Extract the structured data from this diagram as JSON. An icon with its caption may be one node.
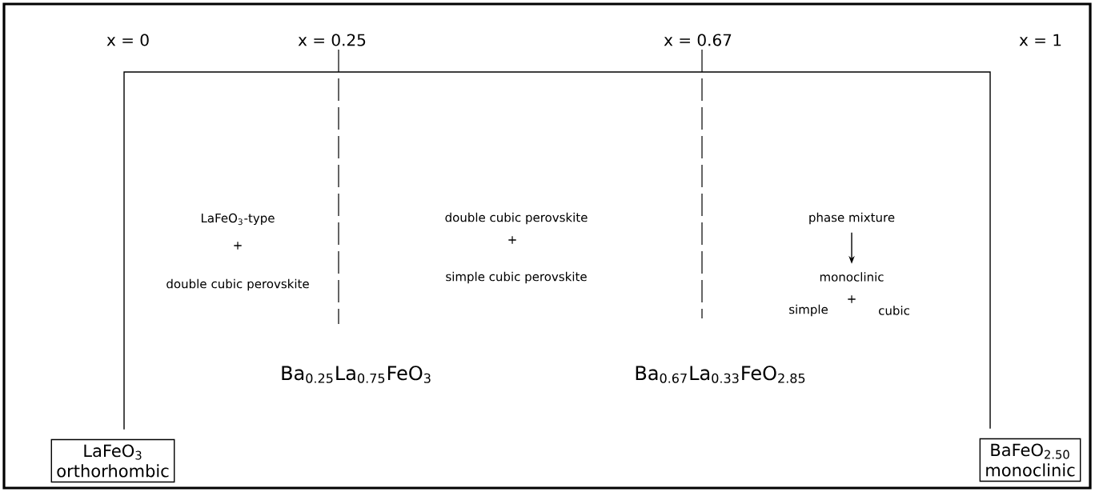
{
  "diagram": {
    "nodes": [
      {
        "text": [
          "LaFeO$_{3}$",
          "orthorhombic"
        ]
      },
      {
        "text": [
          "BaFeO$_{2.50}$",
          "monoclinic"
        ]
      },
      {
        "text": [
          "phase mixture"
        ]
      },
      {
        "text": [
          "monoclinic"
        ]
      }
    ],
    "edges": [
      {
        "from": 0,
        "to": 1,
        "arrow": "none"
      },
      {
        "from": 2,
        "to": 3,
        "arrow": "to"
      }
    ],
    "labels": [
      "x = 0",
      "x = 0.25",
      "x = 0.67",
      "x = 1",
      "LaFeO$_{3}$-type",
      "+",
      "double cubic perovskite",
      "double cubic perovskite",
      "+",
      "simple cubic perovskite",
      "simple",
      "+",
      "cubic",
      "Ba$_{0.25}$La$_{0.75}$FeO$_{3}$",
      "Ba$_{0.67}$La$_{0.33}$FeO$_{2.85}$"
    ]
  }
}
